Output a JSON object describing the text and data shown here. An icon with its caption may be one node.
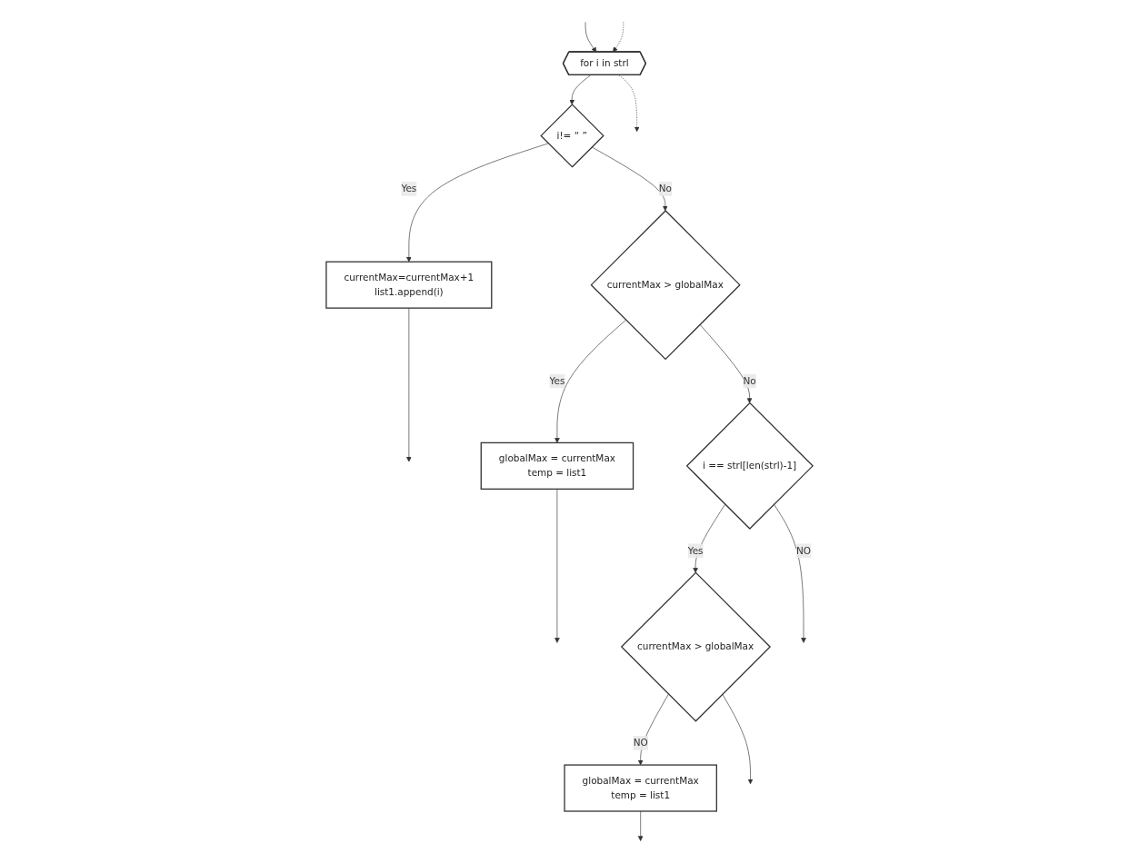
{
  "diagram": {
    "nodes": [
      {
        "text": [
          "for i in strl"
        ]
      },
      {
        "text": [
          "i!= “ ”"
        ]
      },
      {
        "text": [
          "currentMax=currentMax+1",
          "list1.append(i)"
        ]
      },
      {
        "text": [
          "currentMax > globalMax"
        ]
      },
      {
        "text": [
          "globalMax = currentMax",
          "temp = list1"
        ]
      },
      {
        "text": [
          "i == strl[len(strl)-1]"
        ]
      },
      {
        "text": [
          "currentMax > globalMax"
        ]
      },
      {
        "text": [
          "globalMax = currentMax",
          "temp = list1"
        ]
      }
    ],
    "edges": [
      {
        "from": null,
        "to": 0,
        "arrow": "to"
      },
      {
        "from": 0,
        "to": 1,
        "arrow": "to"
      },
      {
        "from": 1,
        "to": 2,
        "label": "Yes",
        "arrow": "to"
      },
      {
        "from": 1,
        "to": 3,
        "label": "No",
        "arrow": "to"
      },
      {
        "from": 2,
        "to": null,
        "arrow": "to"
      },
      {
        "from": 3,
        "to": 4,
        "label": "Yes",
        "arrow": "to"
      },
      {
        "from": 3,
        "to": 5,
        "label": "No",
        "arrow": "to"
      },
      {
        "from": 4,
        "to": null,
        "arrow": "to"
      },
      {
        "from": 5,
        "to": 6,
        "label": "Yes",
        "arrow": "to"
      },
      {
        "from": 5,
        "to": null,
        "label": "NO",
        "arrow": "to"
      },
      {
        "from": 6,
        "to": 7,
        "label": "NO",
        "arrow": "to"
      },
      {
        "from": 7,
        "to": null,
        "arrow": "to"
      },
      {
        "from": 6,
        "to": null,
        "arrow": "to"
      },
      {
        "from": null,
        "to": 0,
        "arrow": "to",
        "style": "dashed"
      },
      {
        "from": 0,
        "to": null,
        "arrow": "to",
        "style": "dashed"
      }
    ]
  }
}
